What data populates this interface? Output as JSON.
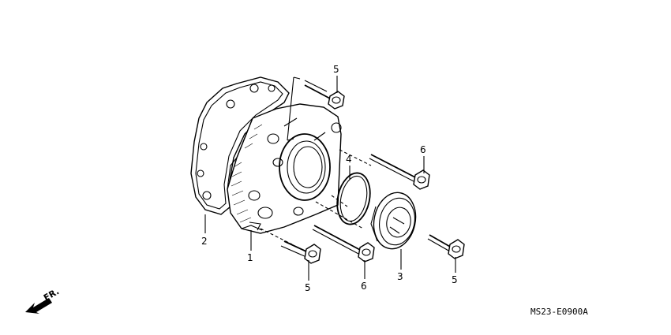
{
  "diagram": {
    "part_labels": {
      "p1": "1",
      "p2": "2",
      "p3": "3",
      "p4": "4",
      "p5_top": "5",
      "p5_left": "5",
      "p5_right": "5",
      "p6_top": "6",
      "p6_bottom": "6"
    },
    "direction_label": "FR.",
    "diagram_code": "MS23-E0900A"
  }
}
